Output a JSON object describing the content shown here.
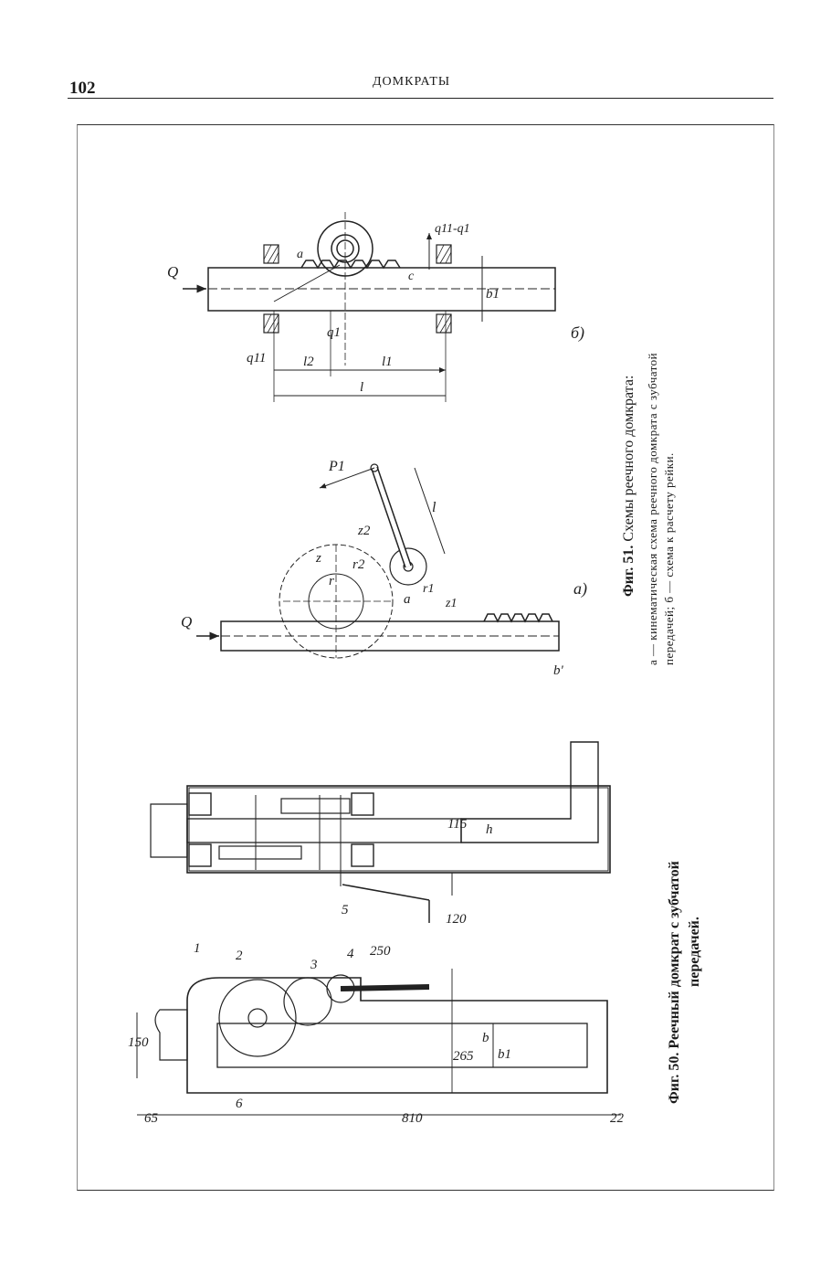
{
  "header": {
    "page_number": "102",
    "running_title": "ДОМКРАТЫ"
  },
  "figure51": {
    "caption_number": "Фиг. 51.",
    "caption_title": "Схемы реечного домкрата:",
    "legend_line1": "а — кинематическая схема реечного домкрата с зубчатой",
    "legend_line2": "передачей; б — схема к расчету рейки.",
    "subfig_a": "а)",
    "subfig_b": "б)",
    "labels_a": {
      "Q": "Q",
      "P1": "P1",
      "l": "l",
      "z": "z",
      "r": "r",
      "z2": "z2",
      "r2": "r2",
      "z1": "z1",
      "r1": "r1",
      "a": "a",
      "b_prime": "b'"
    },
    "labels_b": {
      "Q": "Q",
      "a": "a",
      "c": "c",
      "q1": "q1",
      "q11": "q11",
      "q11_minus_q1": "q11-q1",
      "b1": "b1",
      "l": "l",
      "l1": "l1",
      "l2": "l2"
    }
  },
  "figure50": {
    "caption_line1": "Фиг. 50. Реечный домкрат с зубчатой",
    "caption_line2": "передачей.",
    "callouts": [
      "1",
      "2",
      "3",
      "4",
      "5",
      "6"
    ],
    "dimensions": {
      "d65": "65",
      "d810": "810",
      "d22": "22",
      "d150": "150",
      "d265": "265",
      "d250": "250",
      "d120": "120",
      "d115": "115",
      "b": "b",
      "b1": "b1",
      "h": "h"
    }
  }
}
